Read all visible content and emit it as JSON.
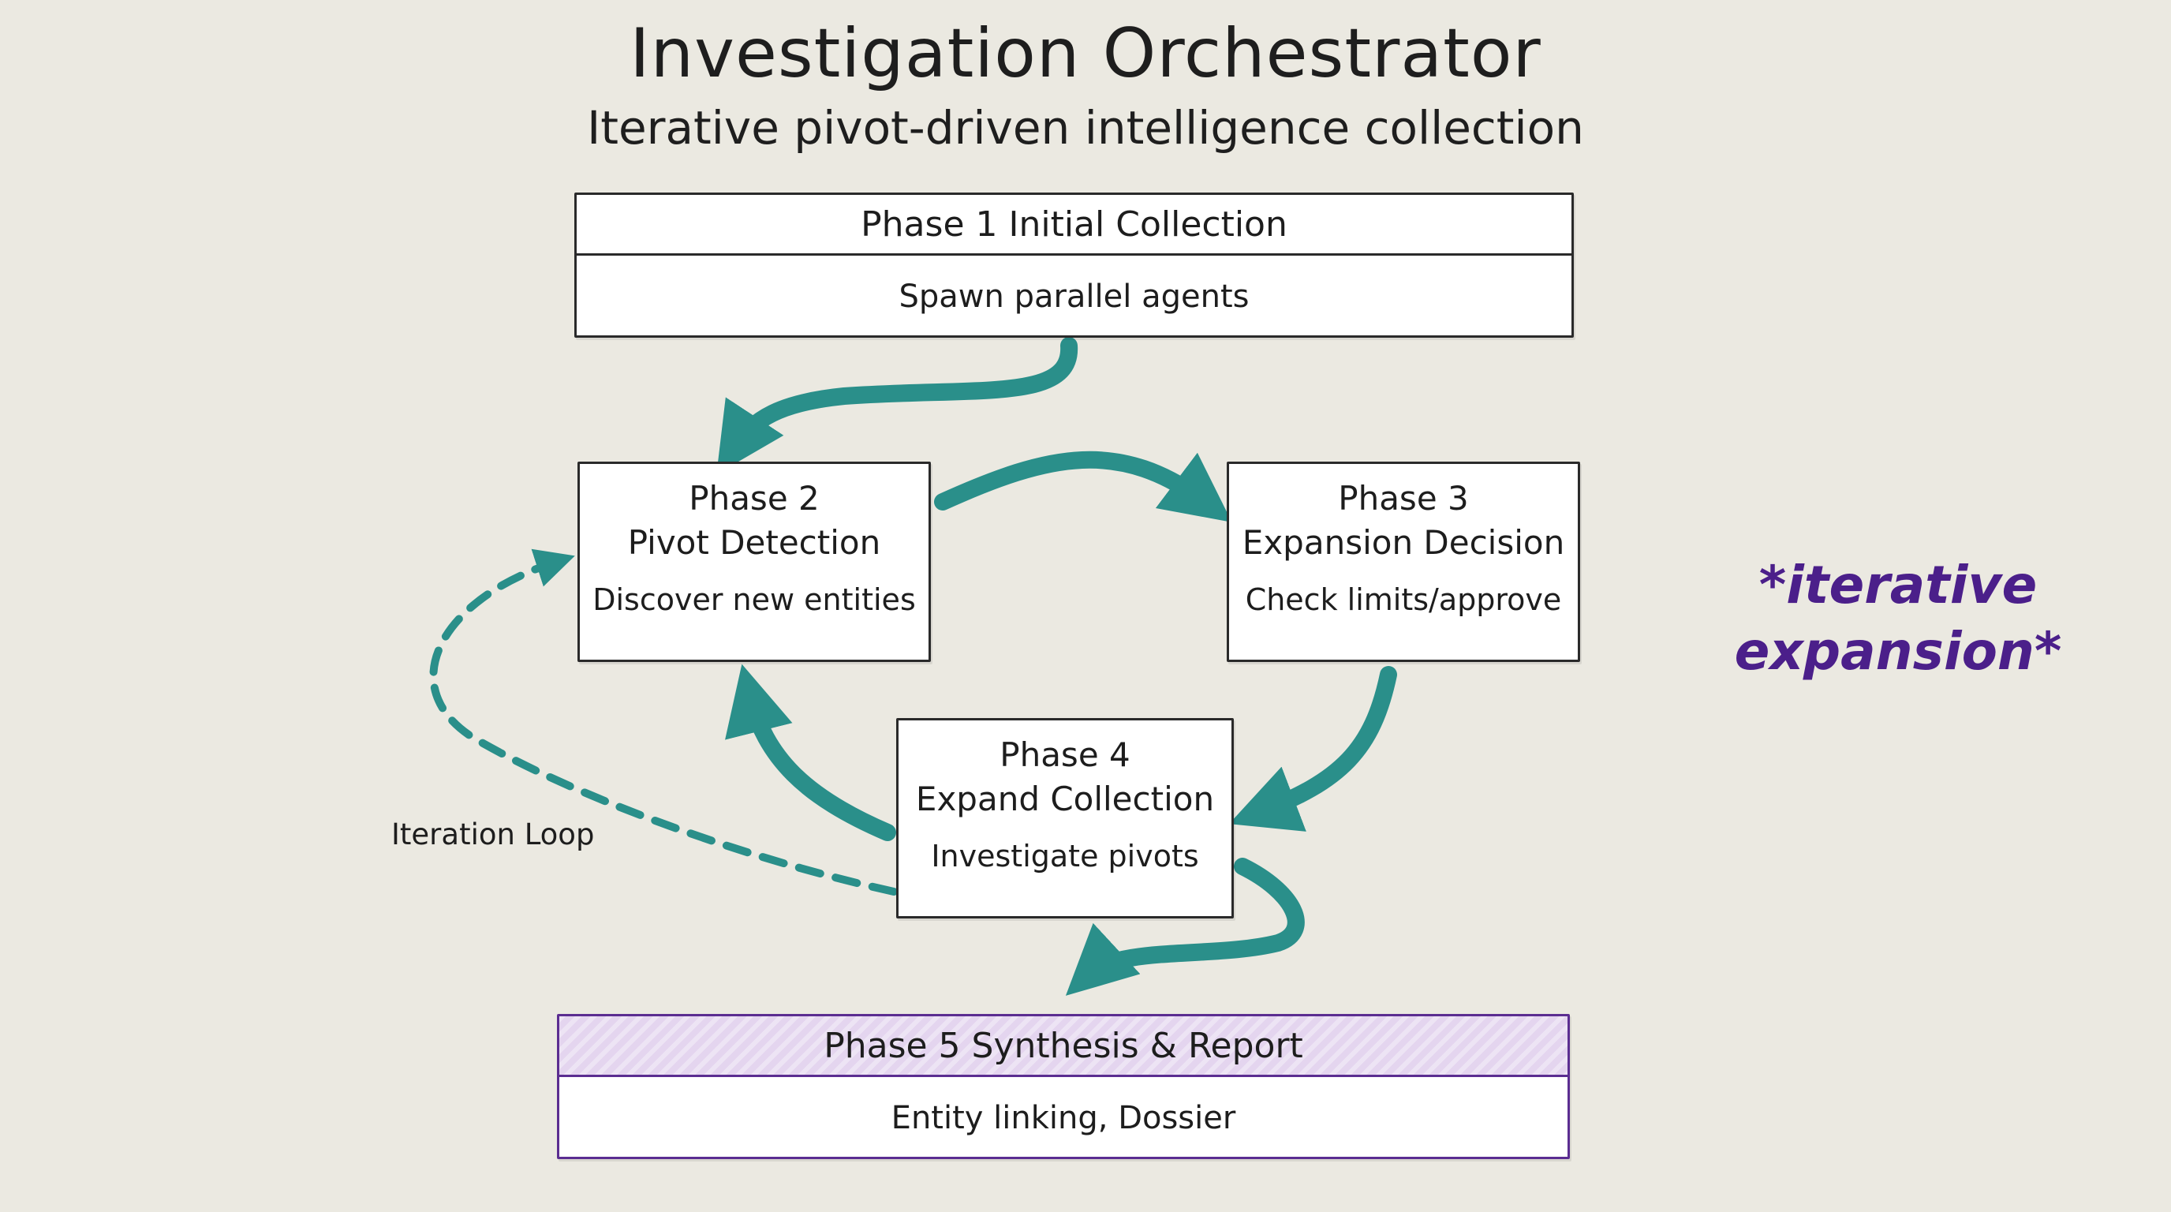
{
  "title": "Investigation Orchestrator",
  "subtitle": "Iterative pivot-driven intelligence collection",
  "phase1": {
    "header": "Phase 1 Initial Collection",
    "body": "Spawn parallel agents"
  },
  "phase2": {
    "line1": "Phase 2",
    "line2": "Pivot Detection",
    "body": "Discover new entities"
  },
  "phase3": {
    "line1": "Phase 3",
    "line2": "Expansion Decision",
    "body": "Check limits/approve"
  },
  "phase4": {
    "line1": "Phase 4",
    "line2": "Expand Collection",
    "body": "Investigate pivots"
  },
  "phase5": {
    "header": "Phase 5 Synthesis & Report",
    "body": "Entity linking, Dossier"
  },
  "loop_label": "Iteration Loop",
  "side_note": "*iterative expansion*",
  "colors": {
    "arrow": "#2a8f8a",
    "synthesis_border": "#5b2d91",
    "synthesis_header": "#e4d5ef",
    "side_note": "#4b1f8a"
  }
}
